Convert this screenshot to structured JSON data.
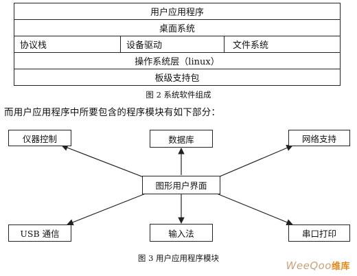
{
  "fig2": {
    "rows": {
      "apps": "用户应用程序",
      "desktop": "桌面系统",
      "protocol_stack": "协议栈",
      "device_driver": "设备驱动",
      "file_system": "文件系统",
      "os_layer": "操作系统层（linux）",
      "bsp": "板级支持包"
    },
    "caption": "图 2  系统软件组成"
  },
  "intro_text": "而用户应用程序中所要包含的程序模块有如下部分：",
  "fig3": {
    "center": "图形用户界面",
    "modules": {
      "instrument_control": "仪器控制",
      "database": "数据库",
      "network_support": "网络支持",
      "usb_comm": "USB 通信",
      "input_method": "输入法",
      "serial_print": "串口打印"
    },
    "caption": "图 3  用户应用程序模块"
  },
  "watermark": {
    "brand": "WeeQoo",
    "suffix": "维库"
  },
  "colors": {
    "line": "#222222",
    "watermark": "#e0891a"
  }
}
